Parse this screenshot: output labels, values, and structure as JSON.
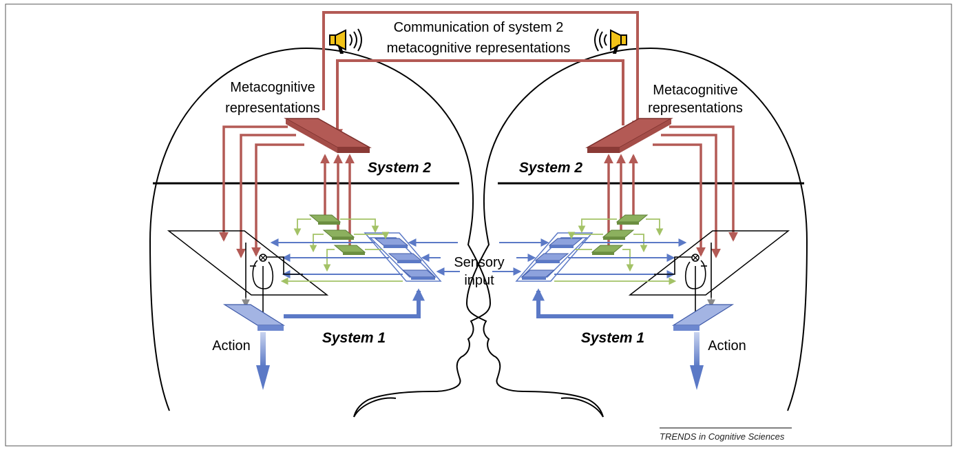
{
  "banner": {
    "line1": "Communication of system 2",
    "line2": "metacognitive representations"
  },
  "left_head": {
    "meta_line1": "Metacognitive",
    "meta_line2": "representations",
    "system2": "System 2",
    "system1": "System 1",
    "action": "Action"
  },
  "right_head": {
    "meta_line1": "Metacognitive",
    "meta_line2": "representations",
    "system2": "System 2",
    "system1": "System 1",
    "action": "Action"
  },
  "sensory": {
    "line1": "Sensory",
    "line2": "input"
  },
  "credit": "TRENDS in Cognitive Sciences",
  "icons": [
    "megaphone-icon",
    "megaphone-icon"
  ],
  "colors": {
    "metacognitive": "#b35a55",
    "metacognitive_dark": "#8a3a36",
    "system1_blue": "#5b79c6",
    "green_module": "#8cb05e",
    "green_arrow": "#a3c266"
  }
}
